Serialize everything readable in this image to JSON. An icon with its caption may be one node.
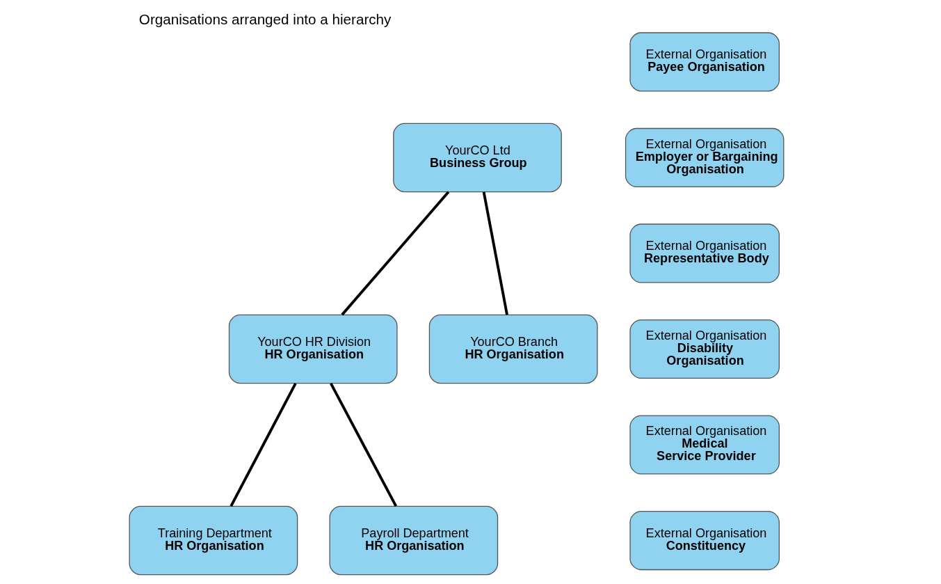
{
  "diagram": {
    "title": "Organisations arranged into a hierarchy",
    "nodes": [
      {
        "text": [
          "YourCO Ltd",
          "Business Group"
        ]
      },
      {
        "text": [
          "YourCO HR Division",
          "HR Organisation"
        ]
      },
      {
        "text": [
          "YourCO Branch",
          "HR Organisation"
        ]
      },
      {
        "text": [
          "Training Department",
          "HR Organisation"
        ]
      },
      {
        "text": [
          "Payroll Department",
          "HR Organisation"
        ]
      },
      {
        "text": [
          "External Organisation",
          "Payee Organisation"
        ]
      },
      {
        "text": [
          "External Organisation",
          "Employer or Bargaining Organisation"
        ]
      },
      {
        "text": [
          "External Organisation",
          "Representative Body"
        ]
      },
      {
        "text": [
          "External Organisation",
          "Disability Organisation"
        ]
      },
      {
        "text": [
          "External Organisation",
          "Medical Service Provider"
        ]
      },
      {
        "text": [
          "External Organisation",
          "Constituency"
        ]
      }
    ],
    "edges": [
      {
        "from": 0,
        "to": 1,
        "arrow": "none"
      },
      {
        "from": 0,
        "to": 2,
        "arrow": "none"
      },
      {
        "from": 1,
        "to": 3,
        "arrow": "none"
      },
      {
        "from": 1,
        "to": 4,
        "arrow": "none"
      }
    ]
  }
}
